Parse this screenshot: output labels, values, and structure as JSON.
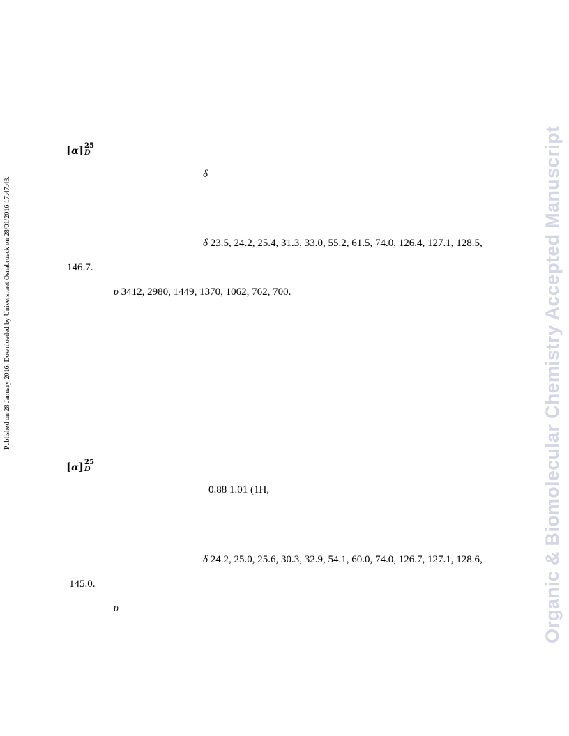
{
  "side_note": {
    "text": "Published on 28 January 2016. Downloaded by Universitaet Osnabrueck on 28/01/2016 17:47:43."
  },
  "watermark": {
    "text": "Organic & Biomolecular Chemistry Accepted Manuscript"
  },
  "compound_1": {
    "alpha": {
      "open": "[",
      "symbol": "α",
      "close": "]",
      "sup": "25",
      "sub": "D"
    },
    "delta_1h": {
      "symbol": "δ"
    },
    "c13": {
      "symbol": "δ",
      "line1": "23.5, 24.2, 25.4, 31.3, 33.0, 55.2, 61.5, 74.0, 126.4, 127.1, 128.5,",
      "line2": "146.7."
    },
    "ir": {
      "symbol": "υ",
      "values": "3412, 2980, 1449, 1370, 1062, 762, 700."
    }
  },
  "compound_2": {
    "alpha": {
      "open": "[",
      "symbol": "α",
      "close": "]",
      "sup": "25",
      "sub": "D"
    },
    "h1_fragment": "0.88 1.01 (1H,",
    "c13": {
      "symbol": "δ",
      "line1": "24.2, 25.0, 25.6, 30.3, 32.9, 54.1, 60.0, 74.0, 126.7, 127.1, 128.6,",
      "line2": "145.0."
    },
    "ir": {
      "symbol": "υ"
    }
  }
}
